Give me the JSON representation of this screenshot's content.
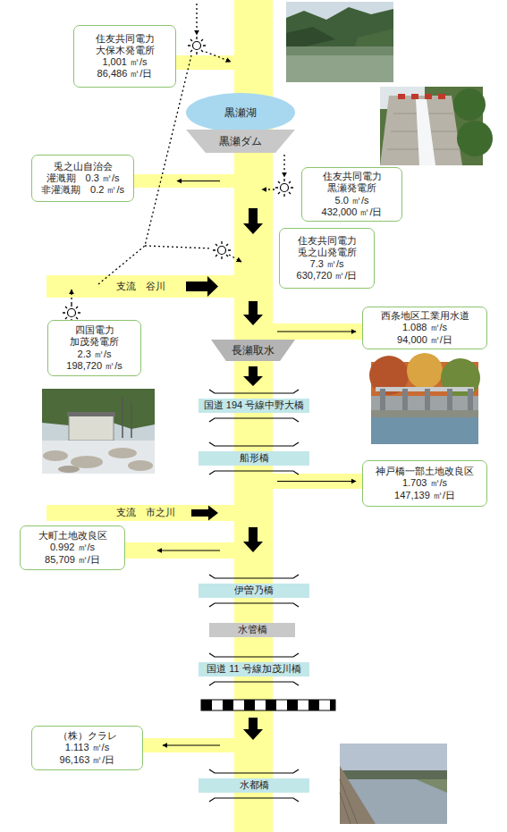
{
  "diagram": {
    "nodes": [
      {
        "text": [
          "住友共同電力",
          "大保木発電所",
          "1,001 ㎥/s",
          "86,486 ㎥/日"
        ]
      },
      {
        "text": [
          "黒瀬湖"
        ]
      },
      {
        "text": [
          "黒瀬ダム"
        ]
      },
      {
        "text": [
          "兎之山自治会",
          "灌漑期　0.3 ㎥/s",
          "非灌漑期　0.2 ㎥/s"
        ]
      },
      {
        "text": [
          "住友共同電力",
          "黒瀬発電所",
          "5.0 ㎥/s",
          "432,000 ㎥/日"
        ]
      },
      {
        "text": [
          "住友共同電力",
          "兎之山発電所",
          "7.3 ㎥/s",
          "630,720 ㎥/日"
        ]
      },
      {
        "text": [
          "支流　谷川"
        ]
      },
      {
        "text": [
          "四国電力",
          "加茂発電所",
          "2.3 ㎥/s",
          "198,720 ㎥/s"
        ]
      },
      {
        "text": [
          "西条地区工業用水道",
          "1.088 ㎥/s",
          "94,000 ㎥/日"
        ]
      },
      {
        "text": [
          "長瀬取水"
        ]
      },
      {
        "text": [
          "国道 194 号線中野大橋"
        ]
      },
      {
        "text": [
          "船形橋"
        ]
      },
      {
        "text": [
          "神戸橋一部土地改良区",
          "1.703 ㎥/s",
          "147,139 ㎥/日"
        ]
      },
      {
        "text": [
          "支流　市之川"
        ]
      },
      {
        "text": [
          "大町土地改良区",
          "0.992 ㎥/s",
          "85,709 ㎥/日"
        ]
      },
      {
        "text": [
          "伊曽乃橋"
        ]
      },
      {
        "text": [
          "水管橋"
        ]
      },
      {
        "text": [
          "国道 11 号線加茂川橋"
        ]
      },
      {
        "text": [
          "（株）クラレ",
          "1.113 ㎥/s",
          "96,163 ㎥/日"
        ]
      },
      {
        "text": [
          "水都橋"
        ]
      }
    ]
  }
}
